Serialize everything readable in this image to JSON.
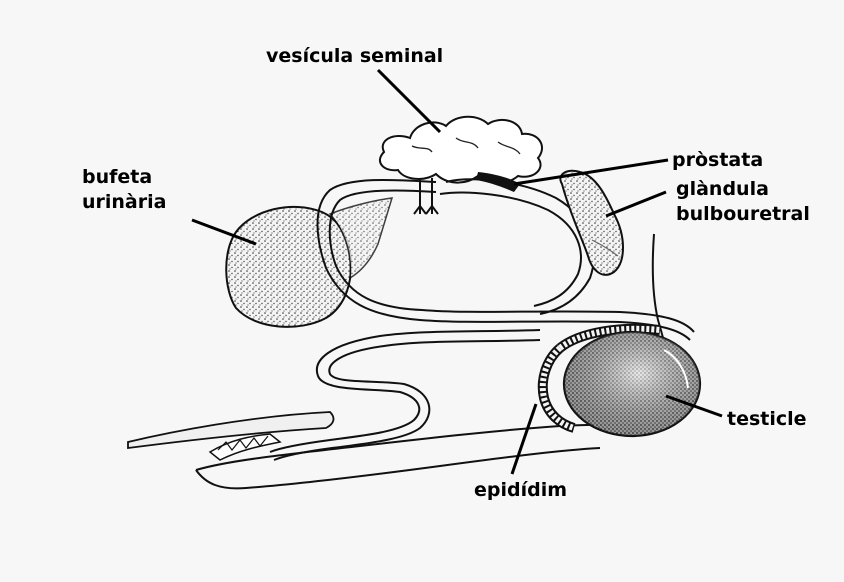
{
  "diagram": {
    "labels": {
      "vesicula": "vesícula seminal",
      "prostata": "pròstata",
      "bufeta_l1": "bufeta",
      "bufeta_l2": "urinària",
      "glandula_l1": "glàndula",
      "glandula_l2": "bulbouretral",
      "testicle": "testicle",
      "epididim": "epidídim"
    }
  }
}
